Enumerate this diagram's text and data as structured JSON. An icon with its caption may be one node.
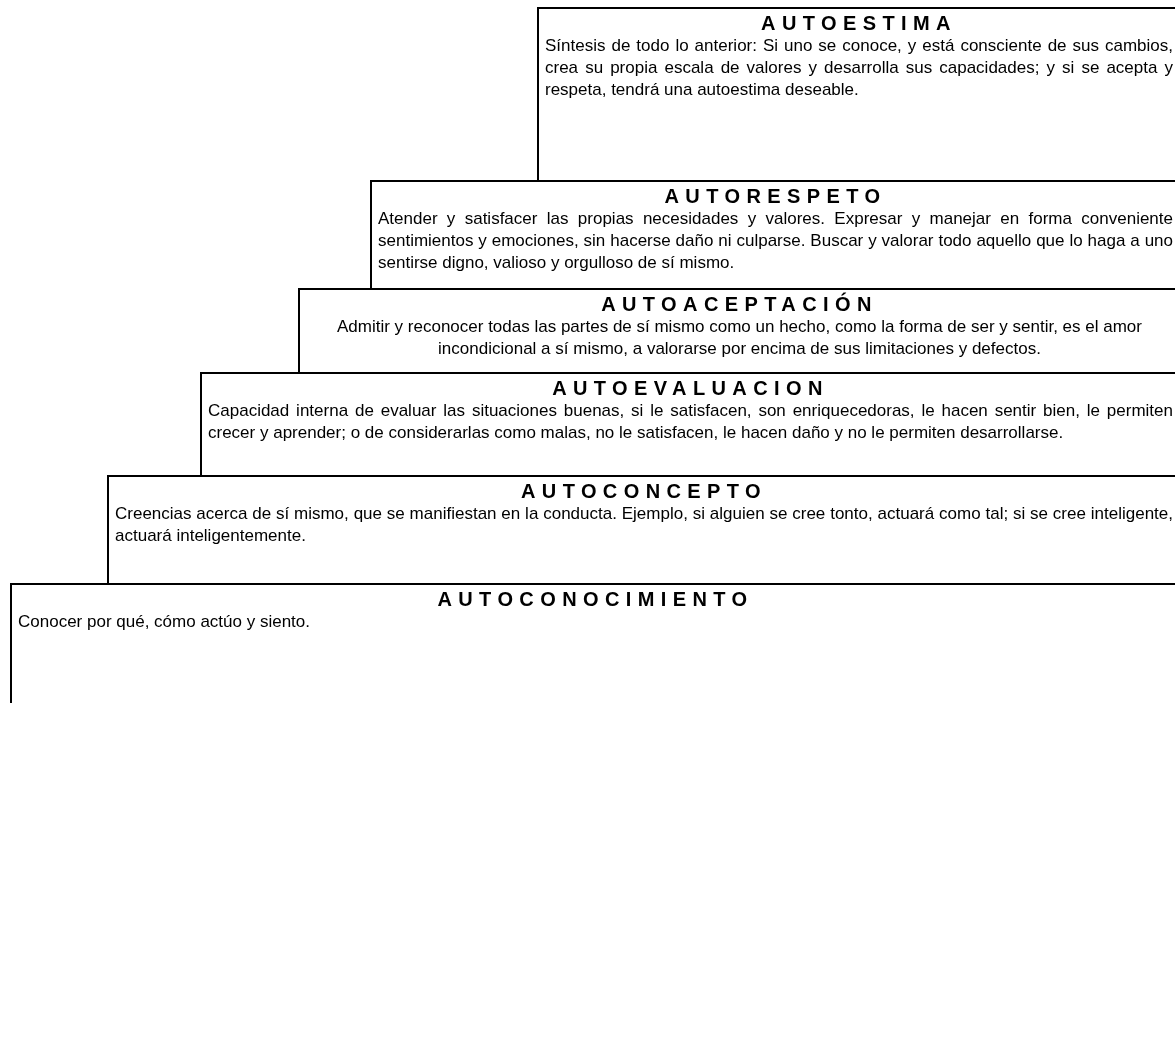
{
  "diagram": {
    "nodes": [
      {
        "text": [
          "AUTOESTIMA",
          "Síntesis de todo lo anterior: Si uno se conoce, y está consciente de sus cambios, crea su propia escala de valores y desarrolla sus capacidades; y si se acepta y respeta, tendrá una autoestima deseable."
        ]
      },
      {
        "text": [
          "AUTORESPETO",
          "Atender y satisfacer las propias necesidades y valores. Expresar y manejar en forma conveniente sentimientos y emociones, sin hacerse daño ni culparse. Buscar y valorar todo aquello que lo haga a uno sentirse digno, valioso y orgulloso de sí mismo."
        ]
      },
      {
        "text": [
          "AUTOACEPTACIÓN",
          "Admitir y reconocer todas las partes de sí mismo como un hecho, como la forma de ser y sentir, es el amor incondicional a sí mismo, a valorarse por encima de sus limitaciones y defectos."
        ]
      },
      {
        "text": [
          "AUTOEVALUACION",
          "Capacidad interna de evaluar las situaciones buenas, si le satisfacen, son enriquecedoras, le hacen sentir bien, le permiten crecer y aprender; o de considerarlas como malas, no le satisfacen, le hacen daño y no le permiten desarrollarse."
        ]
      },
      {
        "text": [
          "AUTOCONCEPTO",
          "Creencias acerca de sí mismo, que se manifiestan en la conducta. Ejemplo, si alguien se cree tonto, actuará como tal; si se cree inteligente, actuará inteligentemente."
        ]
      },
      {
        "text": [
          "AUTOCONOCIMIENTO",
          "Conocer por qué, cómo actúo y siento."
        ]
      }
    ]
  }
}
